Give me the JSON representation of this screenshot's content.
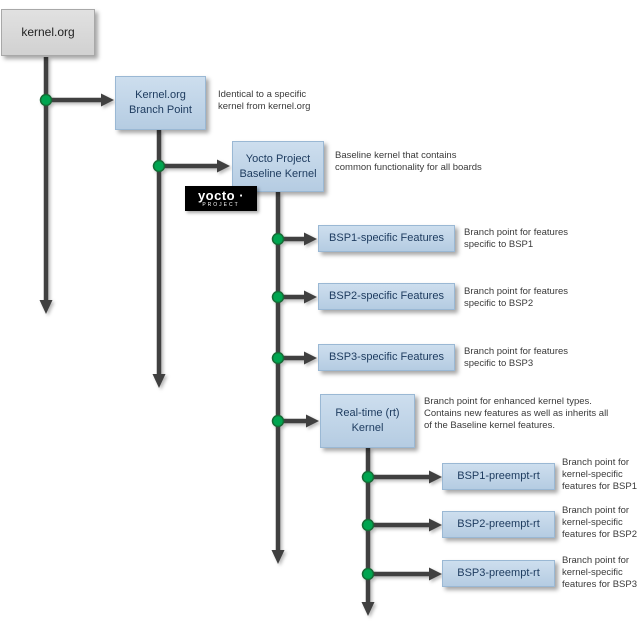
{
  "diagram": {
    "nodes": {
      "kernel_org": {
        "label": "kernel.org"
      },
      "branch_point": {
        "label": "Kernel.org\nBranch Point"
      },
      "baseline": {
        "label": "Yocto Project\nBaseline Kernel"
      },
      "bsp1": {
        "label": "BSP1-specific Features"
      },
      "bsp2": {
        "label": "BSP2-specific Features"
      },
      "bsp3": {
        "label": "BSP3-specific Features"
      },
      "rt": {
        "label": "Real-time (rt)\nKernel"
      },
      "bsp1_rt": {
        "label": "BSP1-preempt-rt"
      },
      "bsp2_rt": {
        "label": "BSP2-preempt-rt"
      },
      "bsp3_rt": {
        "label": "BSP3-preempt-rt"
      }
    },
    "notes": {
      "branch_point": "Identical to a specific\nkernel from kernel.org",
      "baseline": "Baseline kernel that contains\ncommon functionality for all boards",
      "bsp1": "Branch point for features\nspecific to BSP1",
      "bsp2": "Branch point for features\nspecific to BSP2",
      "bsp3": "Branch point for features\nspecific to BSP3",
      "rt": "Branch point for enhanced kernel types.\nContains new features as well as inherits all\nof the Baseline kernel features.",
      "bsp1_rt": "Branch point for\nkernel-specific\nfeatures for BSP1",
      "bsp2_rt": "Branch point for\nkernel-specific\nfeatures for BSP2",
      "bsp3_rt": "Branch point for\nkernel-specific\nfeatures for BSP3"
    },
    "logo": {
      "title": "yocto ·",
      "subtitle": "PROJECT"
    },
    "colors": {
      "node_fill": "#bcd1e6",
      "node_border": "#9ab8d4",
      "root_fill": "#d9d9d9",
      "root_border": "#a8a8a8",
      "connector": "#404040",
      "branch_dot": "#00a550",
      "branch_dot_border": "#156a34"
    }
  }
}
